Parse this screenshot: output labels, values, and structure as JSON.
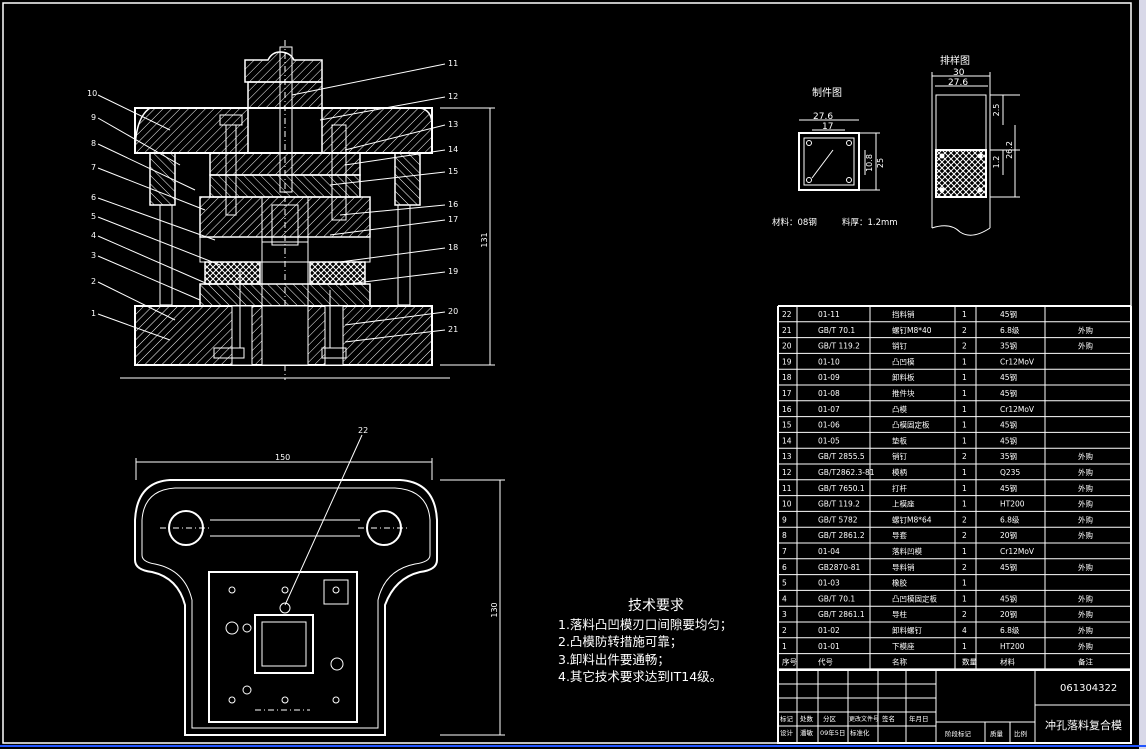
{
  "colors": {
    "background": "#000000",
    "line": "#ffffff",
    "frame": "#2255ff"
  },
  "leaders": [
    "1",
    "2",
    "3",
    "4",
    "5",
    "6",
    "7",
    "8",
    "9",
    "10",
    "11",
    "12",
    "13",
    "14",
    "15",
    "16",
    "17",
    "18",
    "19",
    "20",
    "21",
    "22"
  ],
  "dims": {
    "height_main": "131",
    "width_plan": "150",
    "height_plan": "130"
  },
  "part": {
    "title": "制件图",
    "w1": "27.6",
    "w2": "17",
    "h1": "10.8",
    "h2": "25",
    "material": "材料：08钢",
    "thickness": "料厚：1.2mm"
  },
  "strip": {
    "title": "排样图",
    "w1": "30",
    "w2": "27.6",
    "d1": "2.5",
    "d2": "1.2",
    "d3": "26.2"
  },
  "tech": {
    "title": "技术要求",
    "items": [
      "1.落料凸凹模刃口间隙要均匀；",
      "2.凸模防转措施可靠；",
      "3.卸料出件要通畅；",
      "4.其它技术要求达到IT14级。"
    ]
  },
  "bom": {
    "headers": [
      "序号",
      "代号",
      "名称",
      "数量",
      "材料",
      "备注"
    ],
    "rows": [
      [
        "22",
        "01-11",
        "挡料销",
        "1",
        "45钢",
        ""
      ],
      [
        "21",
        "GB/T 70.1",
        "螺钉M8*40",
        "2",
        "6.8级",
        "外购"
      ],
      [
        "20",
        "GB/T 119.2",
        "销钉",
        "2",
        "35钢",
        "外购"
      ],
      [
        "19",
        "01-10",
        "凸凹模",
        "1",
        "Cr12MoV",
        ""
      ],
      [
        "18",
        "01-09",
        "卸料板",
        "1",
        "45钢",
        ""
      ],
      [
        "17",
        "01-08",
        "推件块",
        "1",
        "45钢",
        ""
      ],
      [
        "16",
        "01-07",
        "凸模",
        "1",
        "Cr12MoV",
        ""
      ],
      [
        "15",
        "01-06",
        "凸模固定板",
        "1",
        "45钢",
        ""
      ],
      [
        "14",
        "01-05",
        "垫板",
        "1",
        "45钢",
        ""
      ],
      [
        "13",
        "GB/T 2855.5",
        "销钉",
        "2",
        "35钢",
        "外购"
      ],
      [
        "12",
        "GB/T2862.3-81",
        "模柄",
        "1",
        "Q235",
        "外购"
      ],
      [
        "11",
        "GB/T 7650.1",
        "打杆",
        "1",
        "45钢",
        "外购"
      ],
      [
        "10",
        "GB/T 119.2",
        "上模座",
        "1",
        "HT200",
        "外购"
      ],
      [
        "9",
        "GB/T 5782",
        "螺钉M8*64",
        "2",
        "6.8级",
        "外购"
      ],
      [
        "8",
        "GB/T 2861.2",
        "导套",
        "2",
        "20钢",
        "外购"
      ],
      [
        "7",
        "01-04",
        "落料凹模",
        "1",
        "Cr12MoV",
        ""
      ],
      [
        "6",
        "GB2870-81",
        "导料销",
        "2",
        "45钢",
        "外购"
      ],
      [
        "5",
        "01-03",
        "橡胶",
        "1",
        "",
        ""
      ],
      [
        "4",
        "GB/T 70.1",
        "凸凹模固定板",
        "1",
        "45钢",
        "外购"
      ],
      [
        "3",
        "GB/T 2861.1",
        "导柱",
        "2",
        "20钢",
        "外购"
      ],
      [
        "2",
        "01-02",
        "卸料螺钉",
        "4",
        "6.8级",
        "外购"
      ],
      [
        "1",
        "01-01",
        "下模座",
        "1",
        "HT200",
        "外购"
      ]
    ]
  },
  "titleblock": {
    "drawing_no": "061304322",
    "name": "冲孔落料复合模",
    "row1": [
      "标记",
      "处数",
      "分区",
      "更改文件号",
      "签名",
      "年月日"
    ],
    "row2": [
      "设计",
      "潘敏",
      "09年5日",
      "标准化"
    ],
    "stage": [
      "阶段标记",
      "质量",
      "比例"
    ]
  }
}
